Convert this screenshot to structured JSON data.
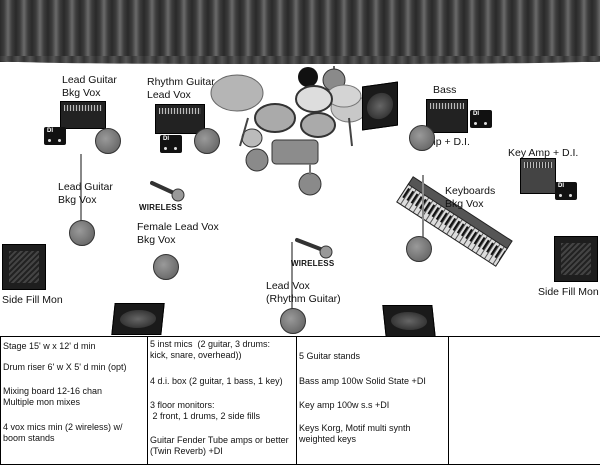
{
  "labels": {
    "lead_guitar_amp": "Lead Guitar\nBkg Vox",
    "rhythm_guitar_amp": "Rhythm Guitar\nLead Vox",
    "bass": "Bass",
    "bass_sub": "Amp + D.I.",
    "key_amp": "Key Amp + D.I.",
    "keyboards": "Keyboards\nBkg Vox",
    "lead_guitar_mic": "Lead Guitar\nBkg Vox",
    "wireless_1": "WIRELESS",
    "female_vox": "Female Lead Vox\nBkg Vox",
    "wireless_2": "WIRELESS",
    "lead_vox": "Lead Vox\n(Rhythm Guitar)",
    "side_fill_left": "Side Fill Mon",
    "side_fill_right": "Side Fill Mon",
    "di": "DI"
  },
  "notes": {
    "col1": [
      "Stage 15' w x 12' d  min",
      "Drum riser 6' w X 5' d  min (opt)",
      "Mixing board 12-16 chan\nMultiple mon mixes",
      "4 vox mics min (2 wireless) w/\nboom stands"
    ],
    "col2": [
      "5 inst mics  (2 guitar, 3 drums:\nkick, snare, overhead))",
      "4 d.i. box (2 guitar, 1 bass, 1 key)",
      "3 floor monitors:\n 2 front, 1 drums, 2 side fills",
      "Guitar Fender Tube amps or better\n(Twin Reverb) +DI"
    ],
    "col3": [
      "5 Guitar stands",
      "Bass amp 100w Solid State +DI",
      "Key amp 100w s.s +DI",
      "Keys Korg, Motif multi synth\nweighted keys"
    ],
    "col4": []
  }
}
